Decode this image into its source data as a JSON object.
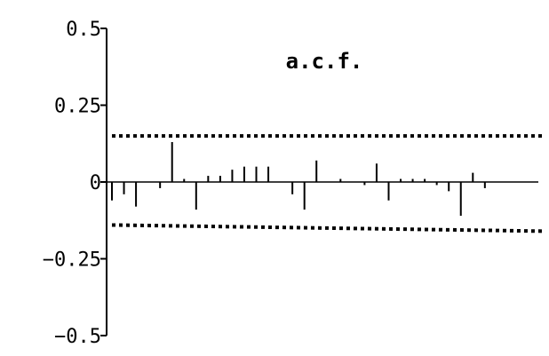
{
  "chart_data": {
    "type": "bar",
    "title": "a.c.f.",
    "xlabel": "",
    "ylabel": "",
    "ylim": [
      -0.5,
      0.5
    ],
    "yticks": [
      0.5,
      0.25,
      0,
      -0.25,
      -0.5
    ],
    "ytick_labels": [
      "0.5",
      "0.25",
      "0",
      "−0.25",
      "−0.5"
    ],
    "grid": false,
    "lags": [
      1,
      2,
      3,
      4,
      5,
      6,
      7,
      8,
      9,
      10,
      11,
      12,
      13,
      14,
      15,
      16,
      17,
      18,
      19,
      20,
      21,
      22,
      23,
      24,
      25,
      26,
      27,
      28,
      29,
      30,
      31,
      32,
      33,
      34,
      35,
      36
    ],
    "values": [
      -0.06,
      -0.04,
      -0.08,
      0.0,
      -0.02,
      0.13,
      0.01,
      -0.09,
      0.02,
      0.02,
      0.04,
      0.05,
      0.05,
      0.05,
      0.0,
      -0.04,
      -0.09,
      0.07,
      0.0,
      0.01,
      0.0,
      -0.01,
      0.06,
      -0.06,
      0.01,
      0.01,
      0.01,
      -0.01,
      -0.03,
      -0.11,
      0.03,
      -0.02,
      0.0,
      0.0,
      0.0,
      0.0
    ],
    "confidence_bands": [
      {
        "start": 0.15,
        "end": 0.15
      },
      {
        "start": -0.14,
        "end": -0.16
      }
    ],
    "band_style": "dotted"
  }
}
